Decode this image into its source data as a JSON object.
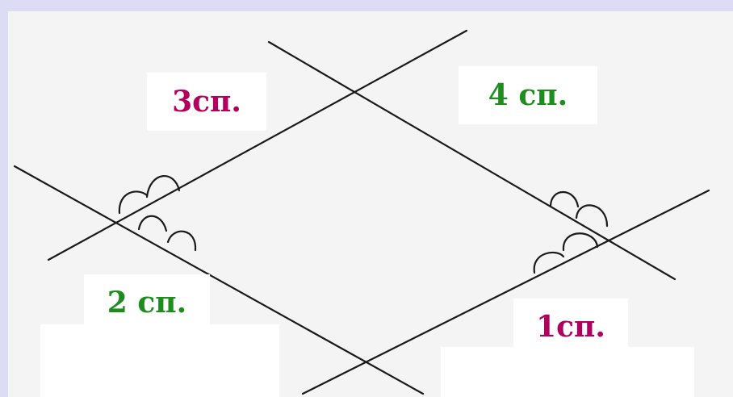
{
  "labels": {
    "region_3": "3сп.",
    "region_4": "4 сп.",
    "region_2": "2 сп.",
    "region_1": "1сп."
  },
  "colors": {
    "frame": "#dcdcf5",
    "paper": "#f4f4f4",
    "line": "#1a1a1a",
    "label_magenta": "#b0005e",
    "label_green": "#1e8c1e"
  }
}
